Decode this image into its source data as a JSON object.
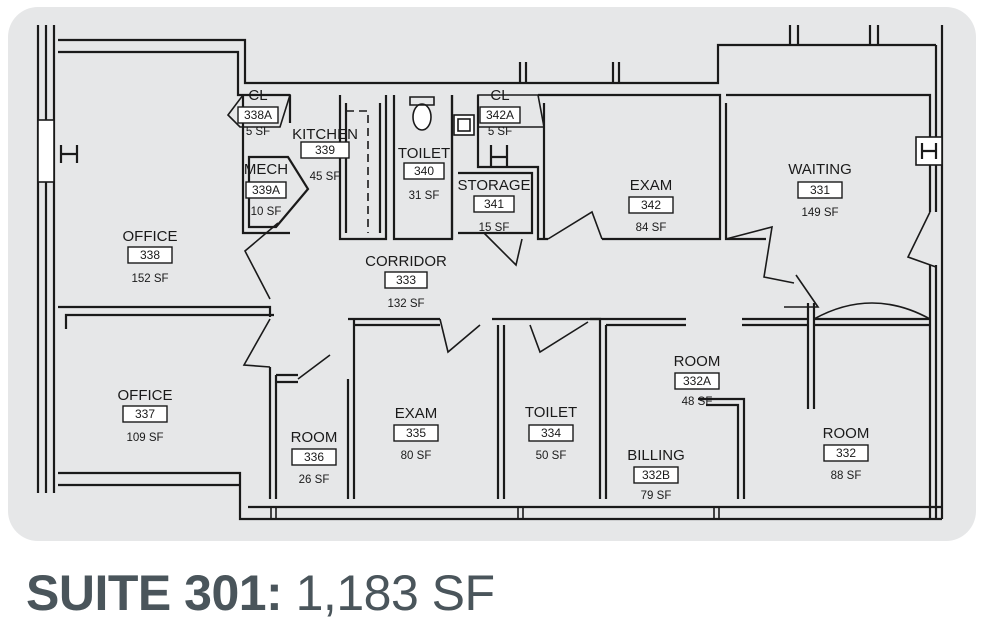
{
  "suite": {
    "label": "SUITE 301:",
    "area": "1,183 SF"
  },
  "rooms": [
    {
      "key": "r338A",
      "name": "CL",
      "number": "338A",
      "area": "5 SF"
    },
    {
      "key": "r339",
      "name": "KITCHEN",
      "number": "339",
      "area": "45 SF"
    },
    {
      "key": "r339A",
      "name": "MECH",
      "number": "339A",
      "area": "10 SF"
    },
    {
      "key": "r340",
      "name": "TOILET",
      "number": "340",
      "area": "31 SF"
    },
    {
      "key": "r342A",
      "name": "CL",
      "number": "342A",
      "area": "5 SF"
    },
    {
      "key": "r341",
      "name": "STORAGE",
      "number": "341",
      "area": "15 SF"
    },
    {
      "key": "r342",
      "name": "EXAM",
      "number": "342",
      "area": "84 SF"
    },
    {
      "key": "r331",
      "name": "WAITING",
      "number": "331",
      "area": "149 SF"
    },
    {
      "key": "r338",
      "name": "OFFICE",
      "number": "338",
      "area": "152 SF"
    },
    {
      "key": "r333",
      "name": "CORRIDOR",
      "number": "333",
      "area": "132 SF"
    },
    {
      "key": "r337",
      "name": "OFFICE",
      "number": "337",
      "area": "109 SF"
    },
    {
      "key": "r336",
      "name": "ROOM",
      "number": "336",
      "area": "26 SF"
    },
    {
      "key": "r335",
      "name": "EXAM",
      "number": "335",
      "area": "80 SF"
    },
    {
      "key": "r334",
      "name": "TOILET",
      "number": "334",
      "area": "50 SF"
    },
    {
      "key": "r332A",
      "name": "ROOM",
      "number": "332A",
      "area": "48 SF"
    },
    {
      "key": "r332B",
      "name": "BILLING",
      "number": "332B",
      "area": "79 SF"
    },
    {
      "key": "r332",
      "name": "ROOM",
      "number": "332",
      "area": "88 SF"
    }
  ]
}
